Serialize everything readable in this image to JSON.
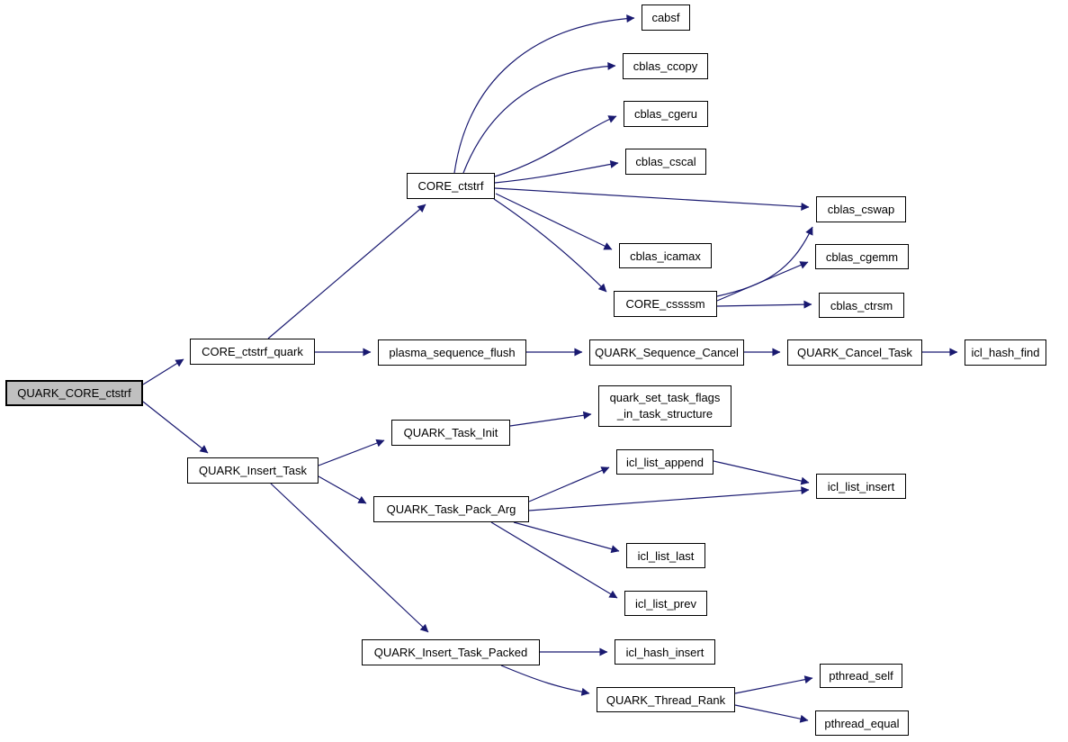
{
  "diagram": {
    "type": "call-graph",
    "root": "QUARK_CORE_ctstrf",
    "colors": {
      "arrow": "#191970",
      "root_fill": "#c0c0c0",
      "node_fill": "#ffffff",
      "node_border": "#000000",
      "text": "#000000",
      "background": "#ffffff"
    }
  },
  "nodes": {
    "QUARK_CORE_ctstrf": {
      "label": "QUARK_CORE_ctstrf"
    },
    "CORE_ctstrf_quark": {
      "label": "CORE_ctstrf_quark"
    },
    "QUARK_Insert_Task": {
      "label": "QUARK_Insert_Task"
    },
    "CORE_ctstrf": {
      "label": "CORE_ctstrf"
    },
    "cabsf": {
      "label": "cabsf"
    },
    "cblas_ccopy": {
      "label": "cblas_ccopy"
    },
    "cblas_cgeru": {
      "label": "cblas_cgeru"
    },
    "cblas_cscal": {
      "label": "cblas_cscal"
    },
    "cblas_cswap": {
      "label": "cblas_cswap"
    },
    "cblas_icamax": {
      "label": "cblas_icamax"
    },
    "CORE_cssssm": {
      "label": "CORE_cssssm"
    },
    "cblas_cgemm": {
      "label": "cblas_cgemm"
    },
    "cblas_ctrsm": {
      "label": "cblas_ctrsm"
    },
    "plasma_sequence_flush": {
      "label": "plasma_sequence_flush"
    },
    "QUARK_Sequence_Cancel": {
      "label": "QUARK_Sequence_Cancel"
    },
    "QUARK_Cancel_Task": {
      "label": "QUARK_Cancel_Task"
    },
    "icl_hash_find": {
      "label": "icl_hash_find"
    },
    "QUARK_Task_Init": {
      "label": "QUARK_Task_Init"
    },
    "quark_set_task_flags": {
      "label_line1": "quark_set_task_flags",
      "label_line2": "_in_task_structure"
    },
    "QUARK_Task_Pack_Arg": {
      "label": "QUARK_Task_Pack_Arg"
    },
    "icl_list_append": {
      "label": "icl_list_append"
    },
    "icl_list_insert": {
      "label": "icl_list_insert"
    },
    "icl_list_last": {
      "label": "icl_list_last"
    },
    "icl_list_prev": {
      "label": "icl_list_prev"
    },
    "QUARK_Insert_Task_Packed": {
      "label": "QUARK_Insert_Task_Packed"
    },
    "icl_hash_insert": {
      "label": "icl_hash_insert"
    },
    "QUARK_Thread_Rank": {
      "label": "QUARK_Thread_Rank"
    },
    "pthread_self": {
      "label": "pthread_self"
    },
    "pthread_equal": {
      "label": "pthread_equal"
    }
  },
  "edges": [
    {
      "from": "QUARK_CORE_ctstrf",
      "to": "CORE_ctstrf_quark"
    },
    {
      "from": "QUARK_CORE_ctstrf",
      "to": "QUARK_Insert_Task"
    },
    {
      "from": "CORE_ctstrf_quark",
      "to": "CORE_ctstrf"
    },
    {
      "from": "CORE_ctstrf_quark",
      "to": "plasma_sequence_flush"
    },
    {
      "from": "plasma_sequence_flush",
      "to": "QUARK_Sequence_Cancel"
    },
    {
      "from": "QUARK_Sequence_Cancel",
      "to": "QUARK_Cancel_Task"
    },
    {
      "from": "QUARK_Cancel_Task",
      "to": "icl_hash_find"
    },
    {
      "from": "CORE_ctstrf",
      "to": "cabsf"
    },
    {
      "from": "CORE_ctstrf",
      "to": "cblas_ccopy"
    },
    {
      "from": "CORE_ctstrf",
      "to": "cblas_cgeru"
    },
    {
      "from": "CORE_ctstrf",
      "to": "cblas_cscal"
    },
    {
      "from": "CORE_ctstrf",
      "to": "cblas_cswap"
    },
    {
      "from": "CORE_ctstrf",
      "to": "cblas_icamax"
    },
    {
      "from": "CORE_ctstrf",
      "to": "CORE_cssssm"
    },
    {
      "from": "CORE_cssssm",
      "to": "cblas_cswap"
    },
    {
      "from": "CORE_cssssm",
      "to": "cblas_cgemm"
    },
    {
      "from": "CORE_cssssm",
      "to": "cblas_ctrsm"
    },
    {
      "from": "QUARK_Insert_Task",
      "to": "QUARK_Task_Init"
    },
    {
      "from": "QUARK_Insert_Task",
      "to": "QUARK_Task_Pack_Arg"
    },
    {
      "from": "QUARK_Insert_Task",
      "to": "QUARK_Insert_Task_Packed"
    },
    {
      "from": "QUARK_Task_Init",
      "to": "quark_set_task_flags"
    },
    {
      "from": "QUARK_Task_Pack_Arg",
      "to": "icl_list_append"
    },
    {
      "from": "QUARK_Task_Pack_Arg",
      "to": "icl_list_insert"
    },
    {
      "from": "icl_list_append",
      "to": "icl_list_insert"
    },
    {
      "from": "QUARK_Task_Pack_Arg",
      "to": "icl_list_last"
    },
    {
      "from": "QUARK_Task_Pack_Arg",
      "to": "icl_list_prev"
    },
    {
      "from": "QUARK_Insert_Task_Packed",
      "to": "icl_hash_insert"
    },
    {
      "from": "QUARK_Insert_Task_Packed",
      "to": "QUARK_Thread_Rank"
    },
    {
      "from": "QUARK_Thread_Rank",
      "to": "pthread_self"
    },
    {
      "from": "QUARK_Thread_Rank",
      "to": "pthread_equal"
    }
  ]
}
